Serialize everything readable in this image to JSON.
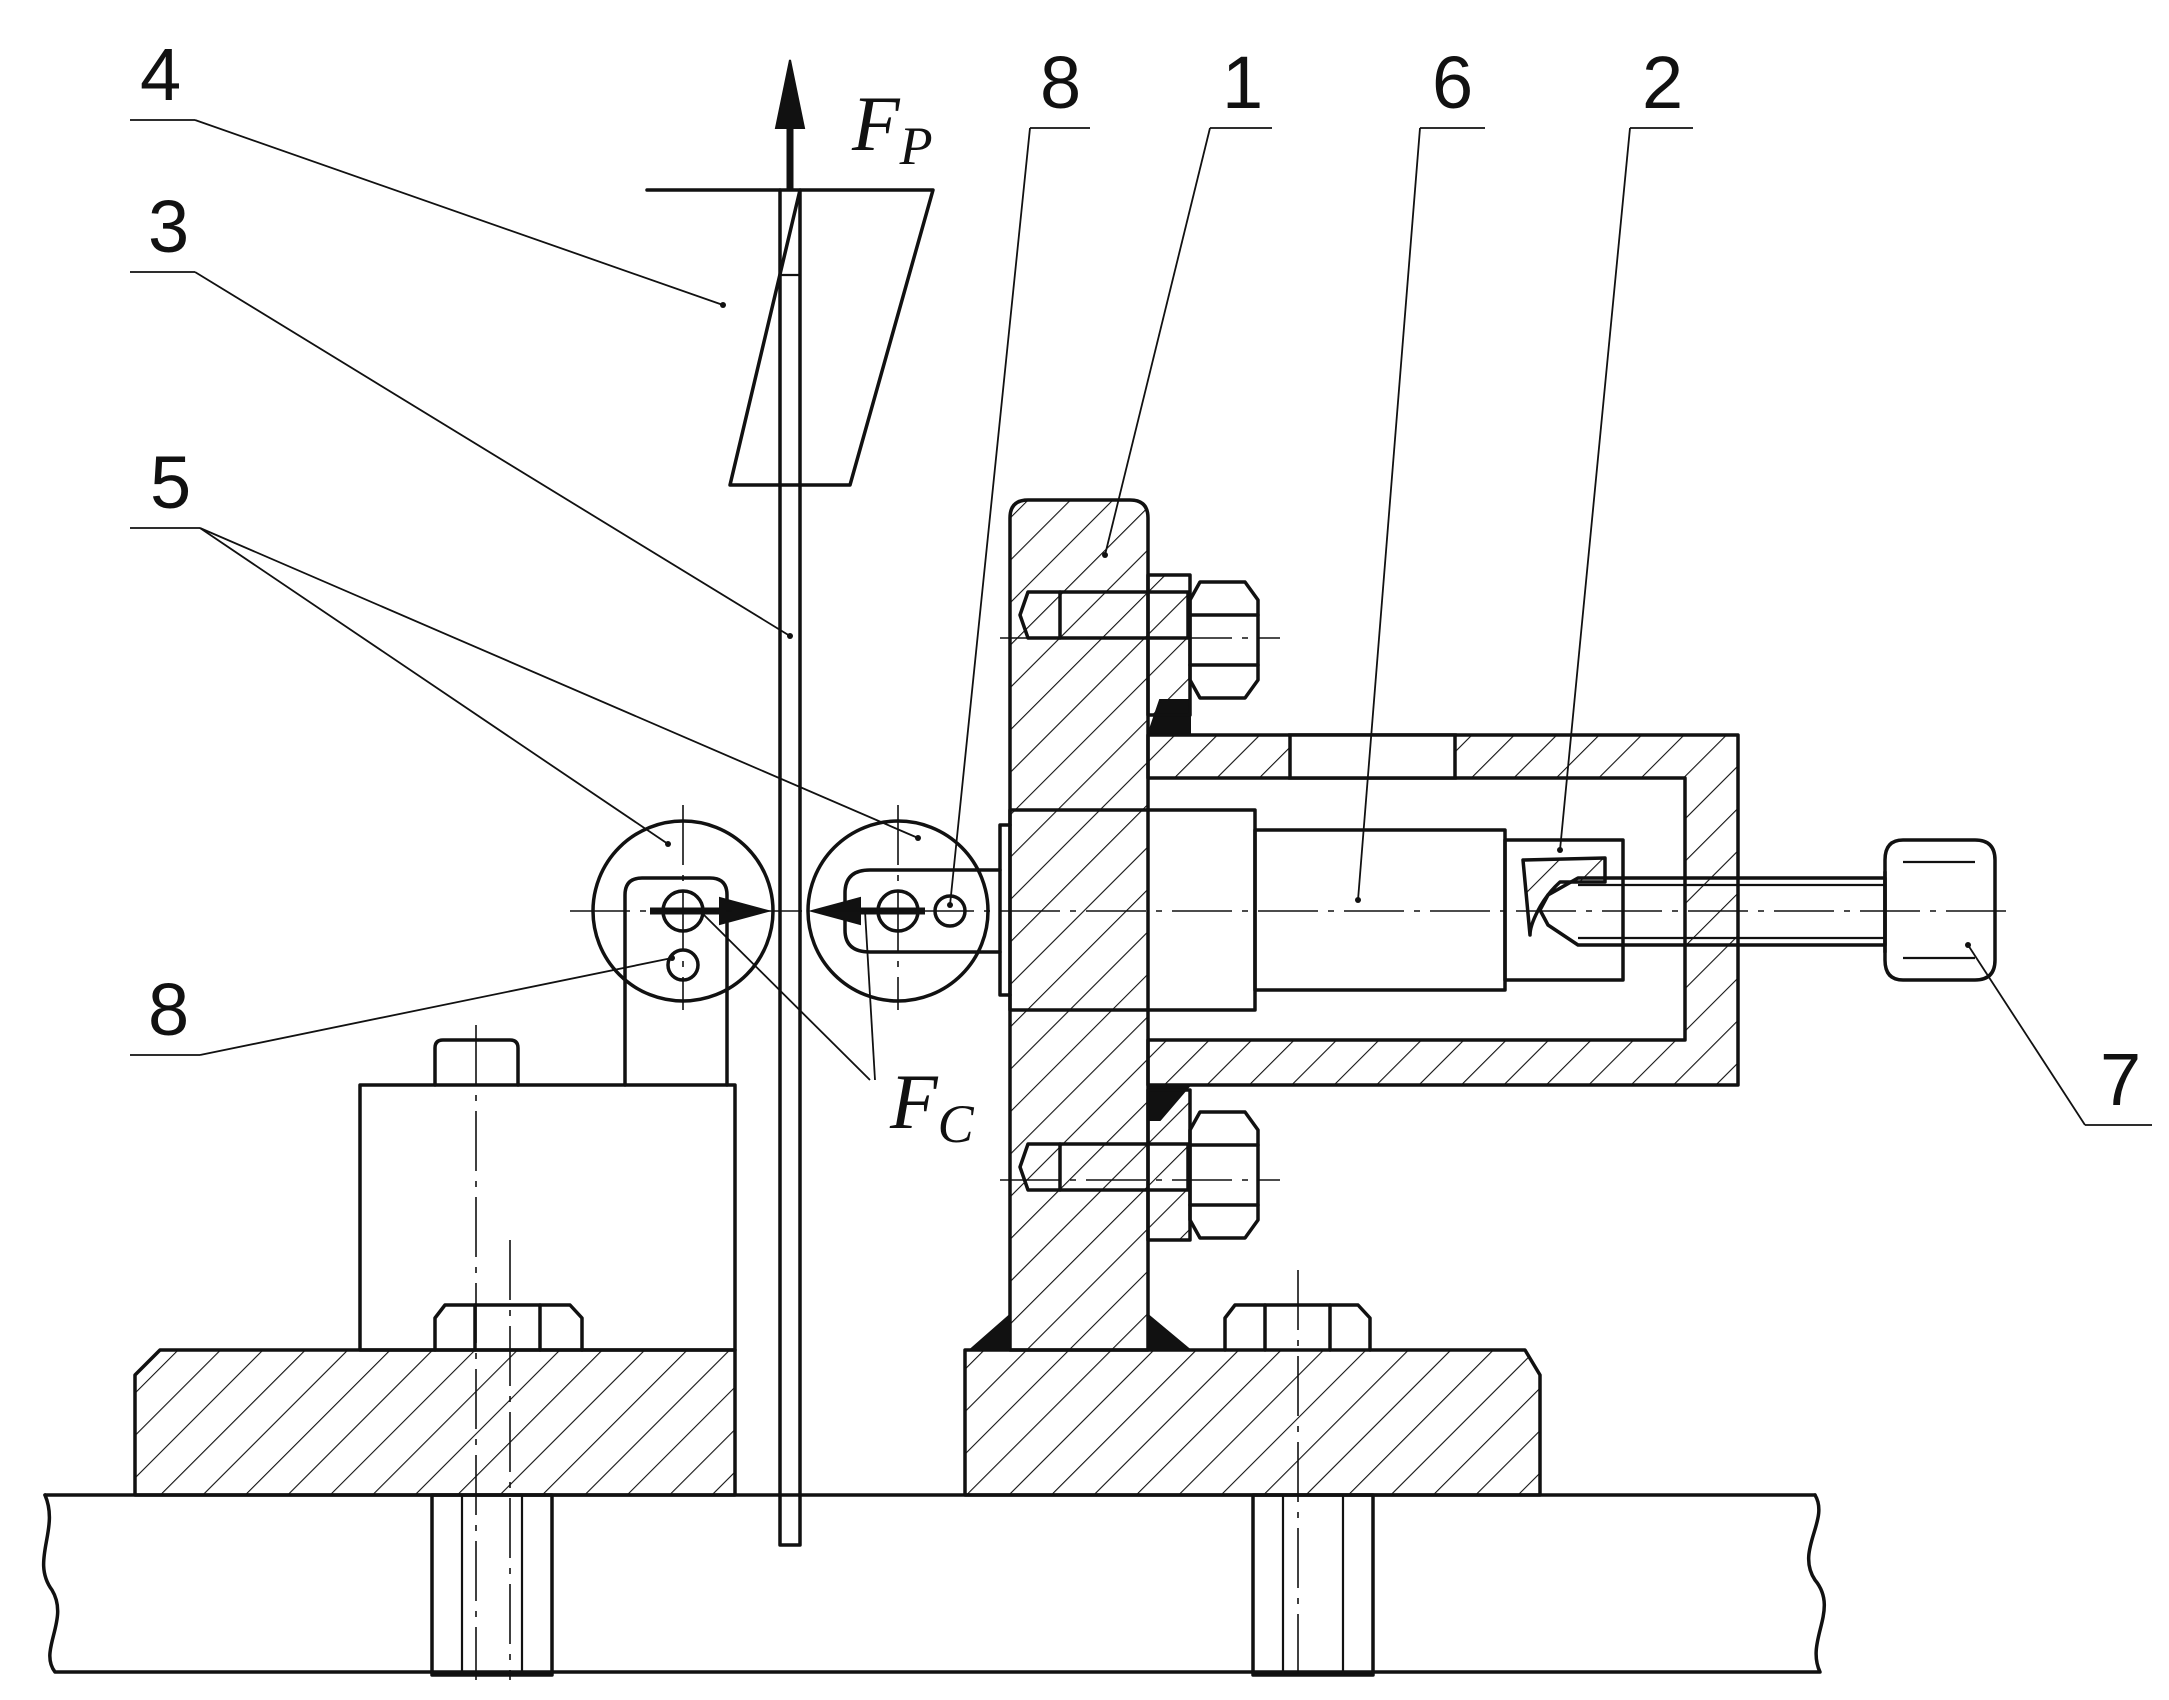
{
  "labels": {
    "part_1": "1",
    "part_2": "2",
    "part_3": "3",
    "part_4": "4",
    "part_5": "5",
    "part_6": "6",
    "part_7": "7",
    "part_8_top": "8",
    "part_8_bottom": "8"
  },
  "forces": {
    "pull": {
      "symbol": "F",
      "subscript": "P"
    },
    "clamp": {
      "symbol": "F",
      "subscript": "C"
    }
  },
  "colors": {
    "line": "#111111",
    "background": "#ffffff"
  }
}
